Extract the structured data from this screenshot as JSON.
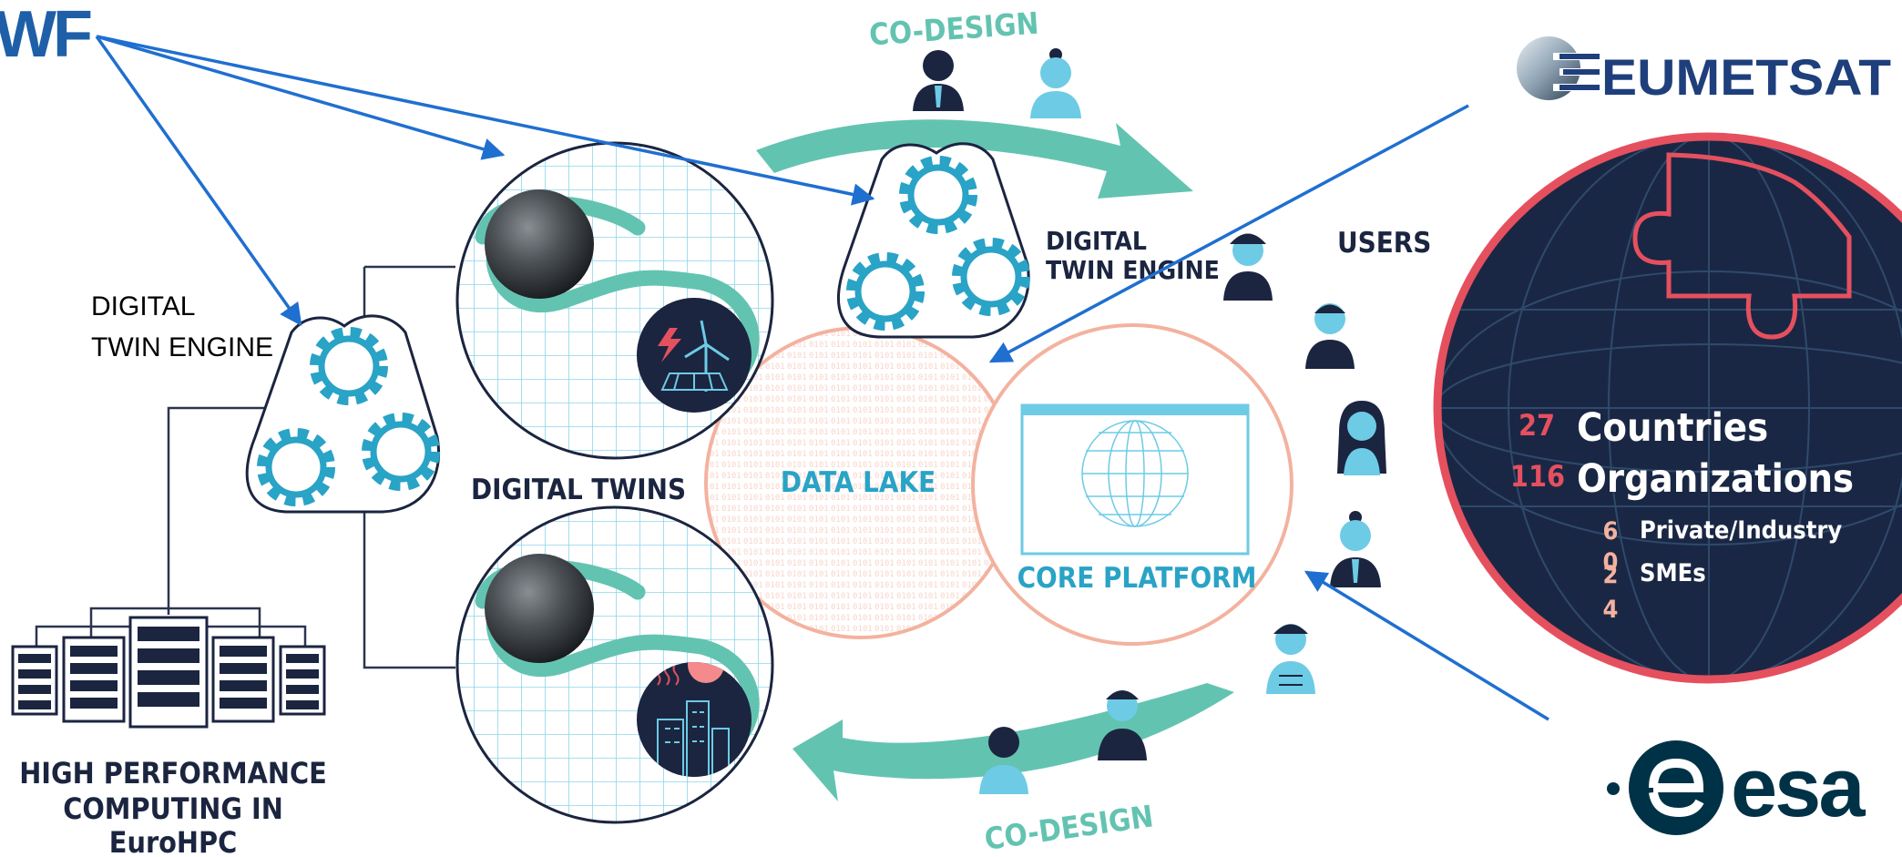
{
  "logos": {
    "ecmwf_fragment": "WF",
    "eumetsat": "EUMETSAT",
    "esa": "esa"
  },
  "labels": {
    "co_design_top": "CO-DESIGN",
    "co_design_bottom": "CO-DESIGN",
    "engine_left_line1": "DIGITAL",
    "engine_left_line2": "TWIN ENGINE",
    "engine_top_line1": "DIGITAL",
    "engine_top_line2": "TWIN ENGINE",
    "users": "USERS",
    "digital_twins": "DIGITAL TWINS",
    "data_lake": "DATA LAKE",
    "core_platform": "CORE PLATFORM",
    "hpc_line1": "HIGH PERFORMANCE",
    "hpc_line2": "COMPUTING IN",
    "hpc_line3": "EuroHPC"
  },
  "stats": {
    "countries_num": "27",
    "countries_label": "Countries",
    "orgs_num": "116",
    "orgs_label": "Organizations",
    "private_num": "6",
    "private_label": "Private/Industry",
    "smes_num_a": "0",
    "smes_num_b": "2",
    "smes_label": "SMEs",
    "smes_num_c": "4"
  },
  "colors": {
    "navy": "#1b2540",
    "teal": "#63c3b1",
    "cyan": "#29a3c6",
    "light_cyan": "#6dcbe5",
    "salmon": "#f3b29f",
    "coral": "#e5505f",
    "arrow_blue": "#1f6fd0",
    "eumetsat_blue": "#1e3f7c",
    "esa_navy": "#003247"
  }
}
